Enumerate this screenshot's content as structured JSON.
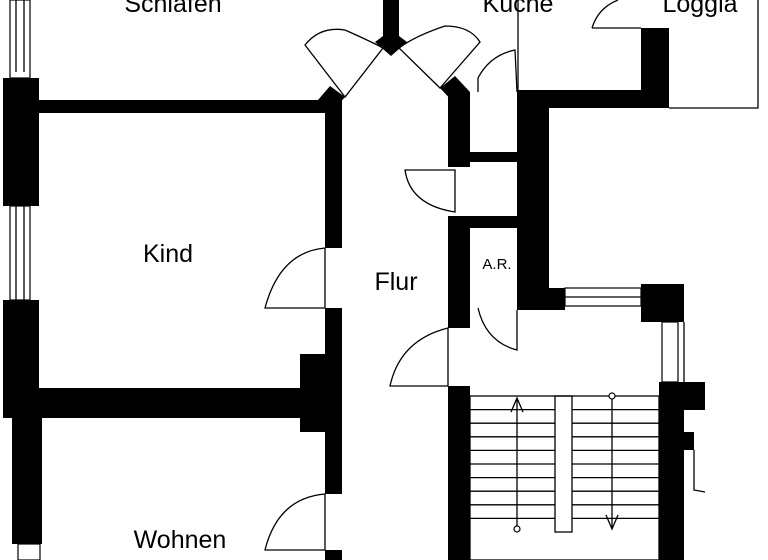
{
  "rooms": {
    "schlafen": "Schlafen",
    "kueche": "Küche",
    "loggia": "Loggia",
    "kind": "Kind",
    "flur": "Flur",
    "abstellraum": "A.R.",
    "wohnen": "Wohnen"
  }
}
